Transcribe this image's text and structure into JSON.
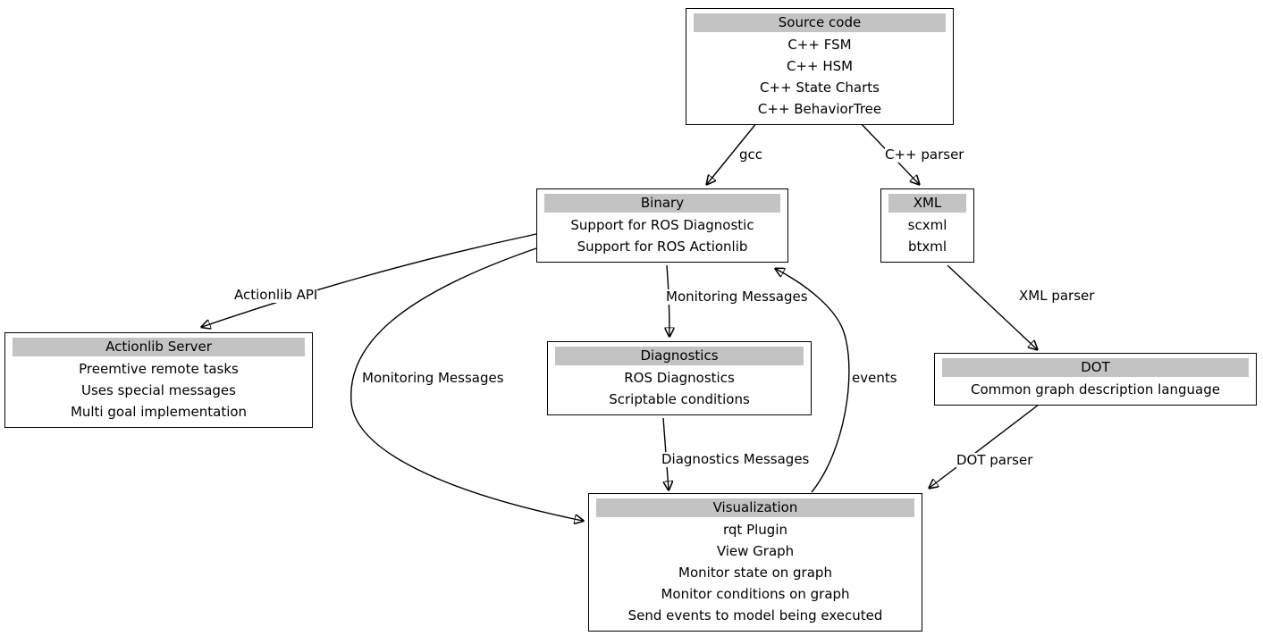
{
  "diagram": {
    "background_color": "#ffffff",
    "node_border_color": "#000000",
    "node_header_color": "#c3c3c3",
    "edge_color": "#000000",
    "text_color": "#000000"
  },
  "nodes": {
    "source_code": {
      "title": "Source code",
      "items": [
        "C++ FSM",
        "C++ HSM",
        "C++ State Charts",
        "C++ BehaviorTree"
      ]
    },
    "binary": {
      "title": "Binary",
      "items": [
        "Support for ROS Diagnostic",
        "Support for ROS Actionlib"
      ]
    },
    "xml": {
      "title": "XML",
      "items": [
        "scxml",
        "btxml"
      ]
    },
    "actionlib_server": {
      "title": "Actionlib Server",
      "items": [
        "Preemtive remote tasks",
        "Uses special messages",
        "Multi goal implementation"
      ]
    },
    "diagnostics": {
      "title": "Diagnostics",
      "items": [
        "ROS Diagnostics",
        "Scriptable conditions"
      ]
    },
    "dot": {
      "title": "DOT",
      "items": [
        "Common graph description language"
      ]
    },
    "visualization": {
      "title": "Visualization",
      "items": [
        "rqt Plugin",
        "View Graph",
        "Monitor state on graph",
        "Monitor conditions on graph",
        "Send events to model being executed"
      ]
    }
  },
  "edges": [
    {
      "from": "source_code",
      "to": "binary",
      "label": "gcc"
    },
    {
      "from": "source_code",
      "to": "xml",
      "label": "C++ parser"
    },
    {
      "from": "binary",
      "to": "actionlib_server",
      "label": "Actionlib API"
    },
    {
      "from": "binary",
      "to": "diagnostics",
      "label": "Monitoring Messages"
    },
    {
      "from": "binary",
      "to": "visualization",
      "label": "Monitoring Messages"
    },
    {
      "from": "visualization",
      "to": "binary",
      "label": "events"
    },
    {
      "from": "diagnostics",
      "to": "visualization",
      "label": "Diagnostics Messages"
    },
    {
      "from": "xml",
      "to": "dot",
      "label": "XML parser"
    },
    {
      "from": "dot",
      "to": "visualization",
      "label": "DOT parser"
    }
  ]
}
